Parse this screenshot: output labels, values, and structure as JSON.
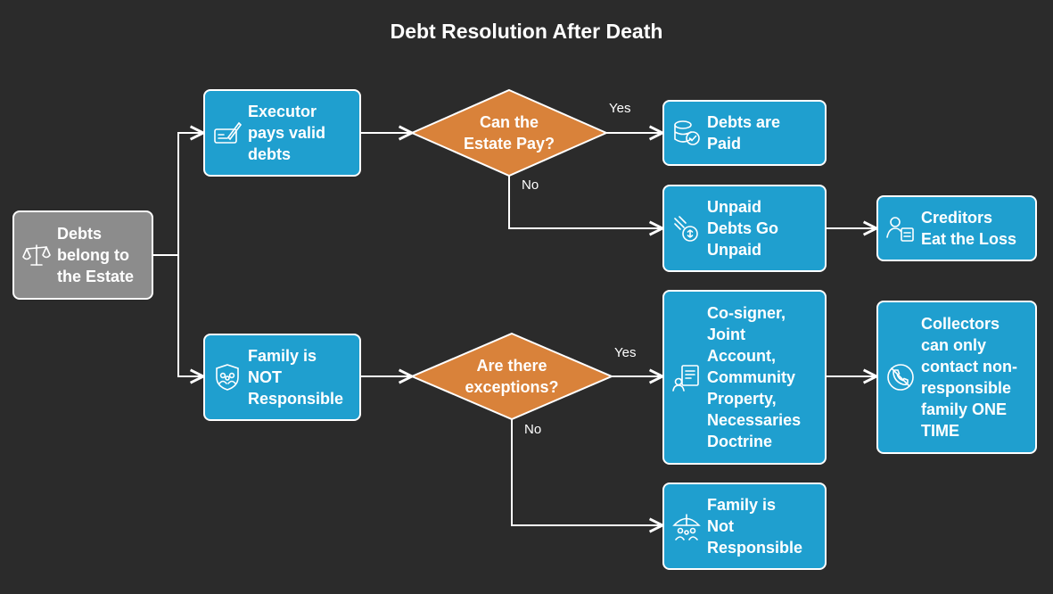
{
  "title": "Debt Resolution After Death",
  "colors": {
    "background": "#2b2b2b",
    "process": "#1f9fcf",
    "decision": "#d9823a",
    "start": "#8c8c8c",
    "line": "#ffffff"
  },
  "nodes": {
    "start": {
      "text": "Debts\nbelong to\nthe Estate",
      "icon": "scales-icon"
    },
    "executor": {
      "text": "Executor\npays valid\ndebts",
      "icon": "pen-document-icon"
    },
    "family_not_resp": {
      "text": "Family is\nNOT\nResponsible",
      "icon": "family-shield-icon"
    },
    "paid": {
      "text": "Debts are\nPaid",
      "icon": "coins-check-icon"
    },
    "unpaid": {
      "text": "Unpaid\nDebts Go\nUnpaid",
      "icon": "broken-coin-icon"
    },
    "creditors": {
      "text": "Creditors\nEat the Loss",
      "icon": "person-ledger-icon"
    },
    "exceptions_list": {
      "text": "Co-signer,\nJoint\nAccount,\nCommunity\nProperty,\nNecessaries\nDoctrine",
      "icon": "person-document-icon"
    },
    "collectors": {
      "text": "Collectors\ncan only\ncontact non-\nresponsible\nfamily ONE\nTIME",
      "icon": "no-phone-icon"
    },
    "family_not_resp2": {
      "text": "Family is\nNot\nResponsible",
      "icon": "umbrella-family-icon"
    }
  },
  "decisions": {
    "estate_pay": "Can the\nEstate Pay?",
    "exceptions": "Are there\nexceptions?"
  },
  "edge_labels": {
    "estate_yes": "Yes",
    "estate_no": "No",
    "exceptions_yes": "Yes",
    "exceptions_no": "No"
  }
}
